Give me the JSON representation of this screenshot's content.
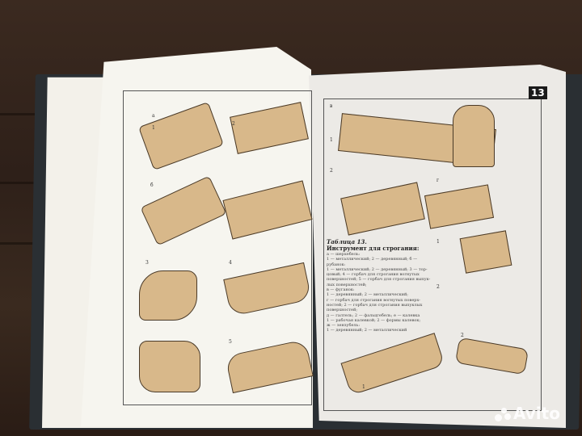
{
  "page_number": "13",
  "table": {
    "title": "Таблица 13.",
    "heading": "Инструмент для строгания:",
    "lines": [
      "а — шерхебель:",
      "1 — металлический; 2 — деревянный; б —",
      "рубанок:",
      "1 — металлический; 2 — деревянный; 3 — тор-",
      "цовый; 4 — горбач для строгания вогнутых",
      "поверхностей; 5 — горбач для строгания выпук-",
      "лых поверхностей;",
      "в — фуганок:",
      "1 — деревянный; 2 — металлический;",
      "г — горбач для строгания вогнутых поверх-",
      "ностей; 2 — горбач для строгания выпуклых",
      "поверхностей;",
      "д — галтель; 2 — фальцгебель; е — калевка",
      "1 — рабочая калевкой; 2 — формы калевок;",
      "ж — зензубель:",
      "1 — деревянный; 2 — металлический"
    ]
  },
  "figure_labels": [
    "а",
    "1",
    "2",
    "б",
    "3",
    "4",
    "5",
    "в",
    "1",
    "2",
    "г",
    "1",
    "2",
    "2",
    "1"
  ],
  "watermark": "Avito",
  "colors": {
    "illustration": "#d8b88a",
    "page": "#f3f1ea",
    "table": "#2a2f33"
  }
}
